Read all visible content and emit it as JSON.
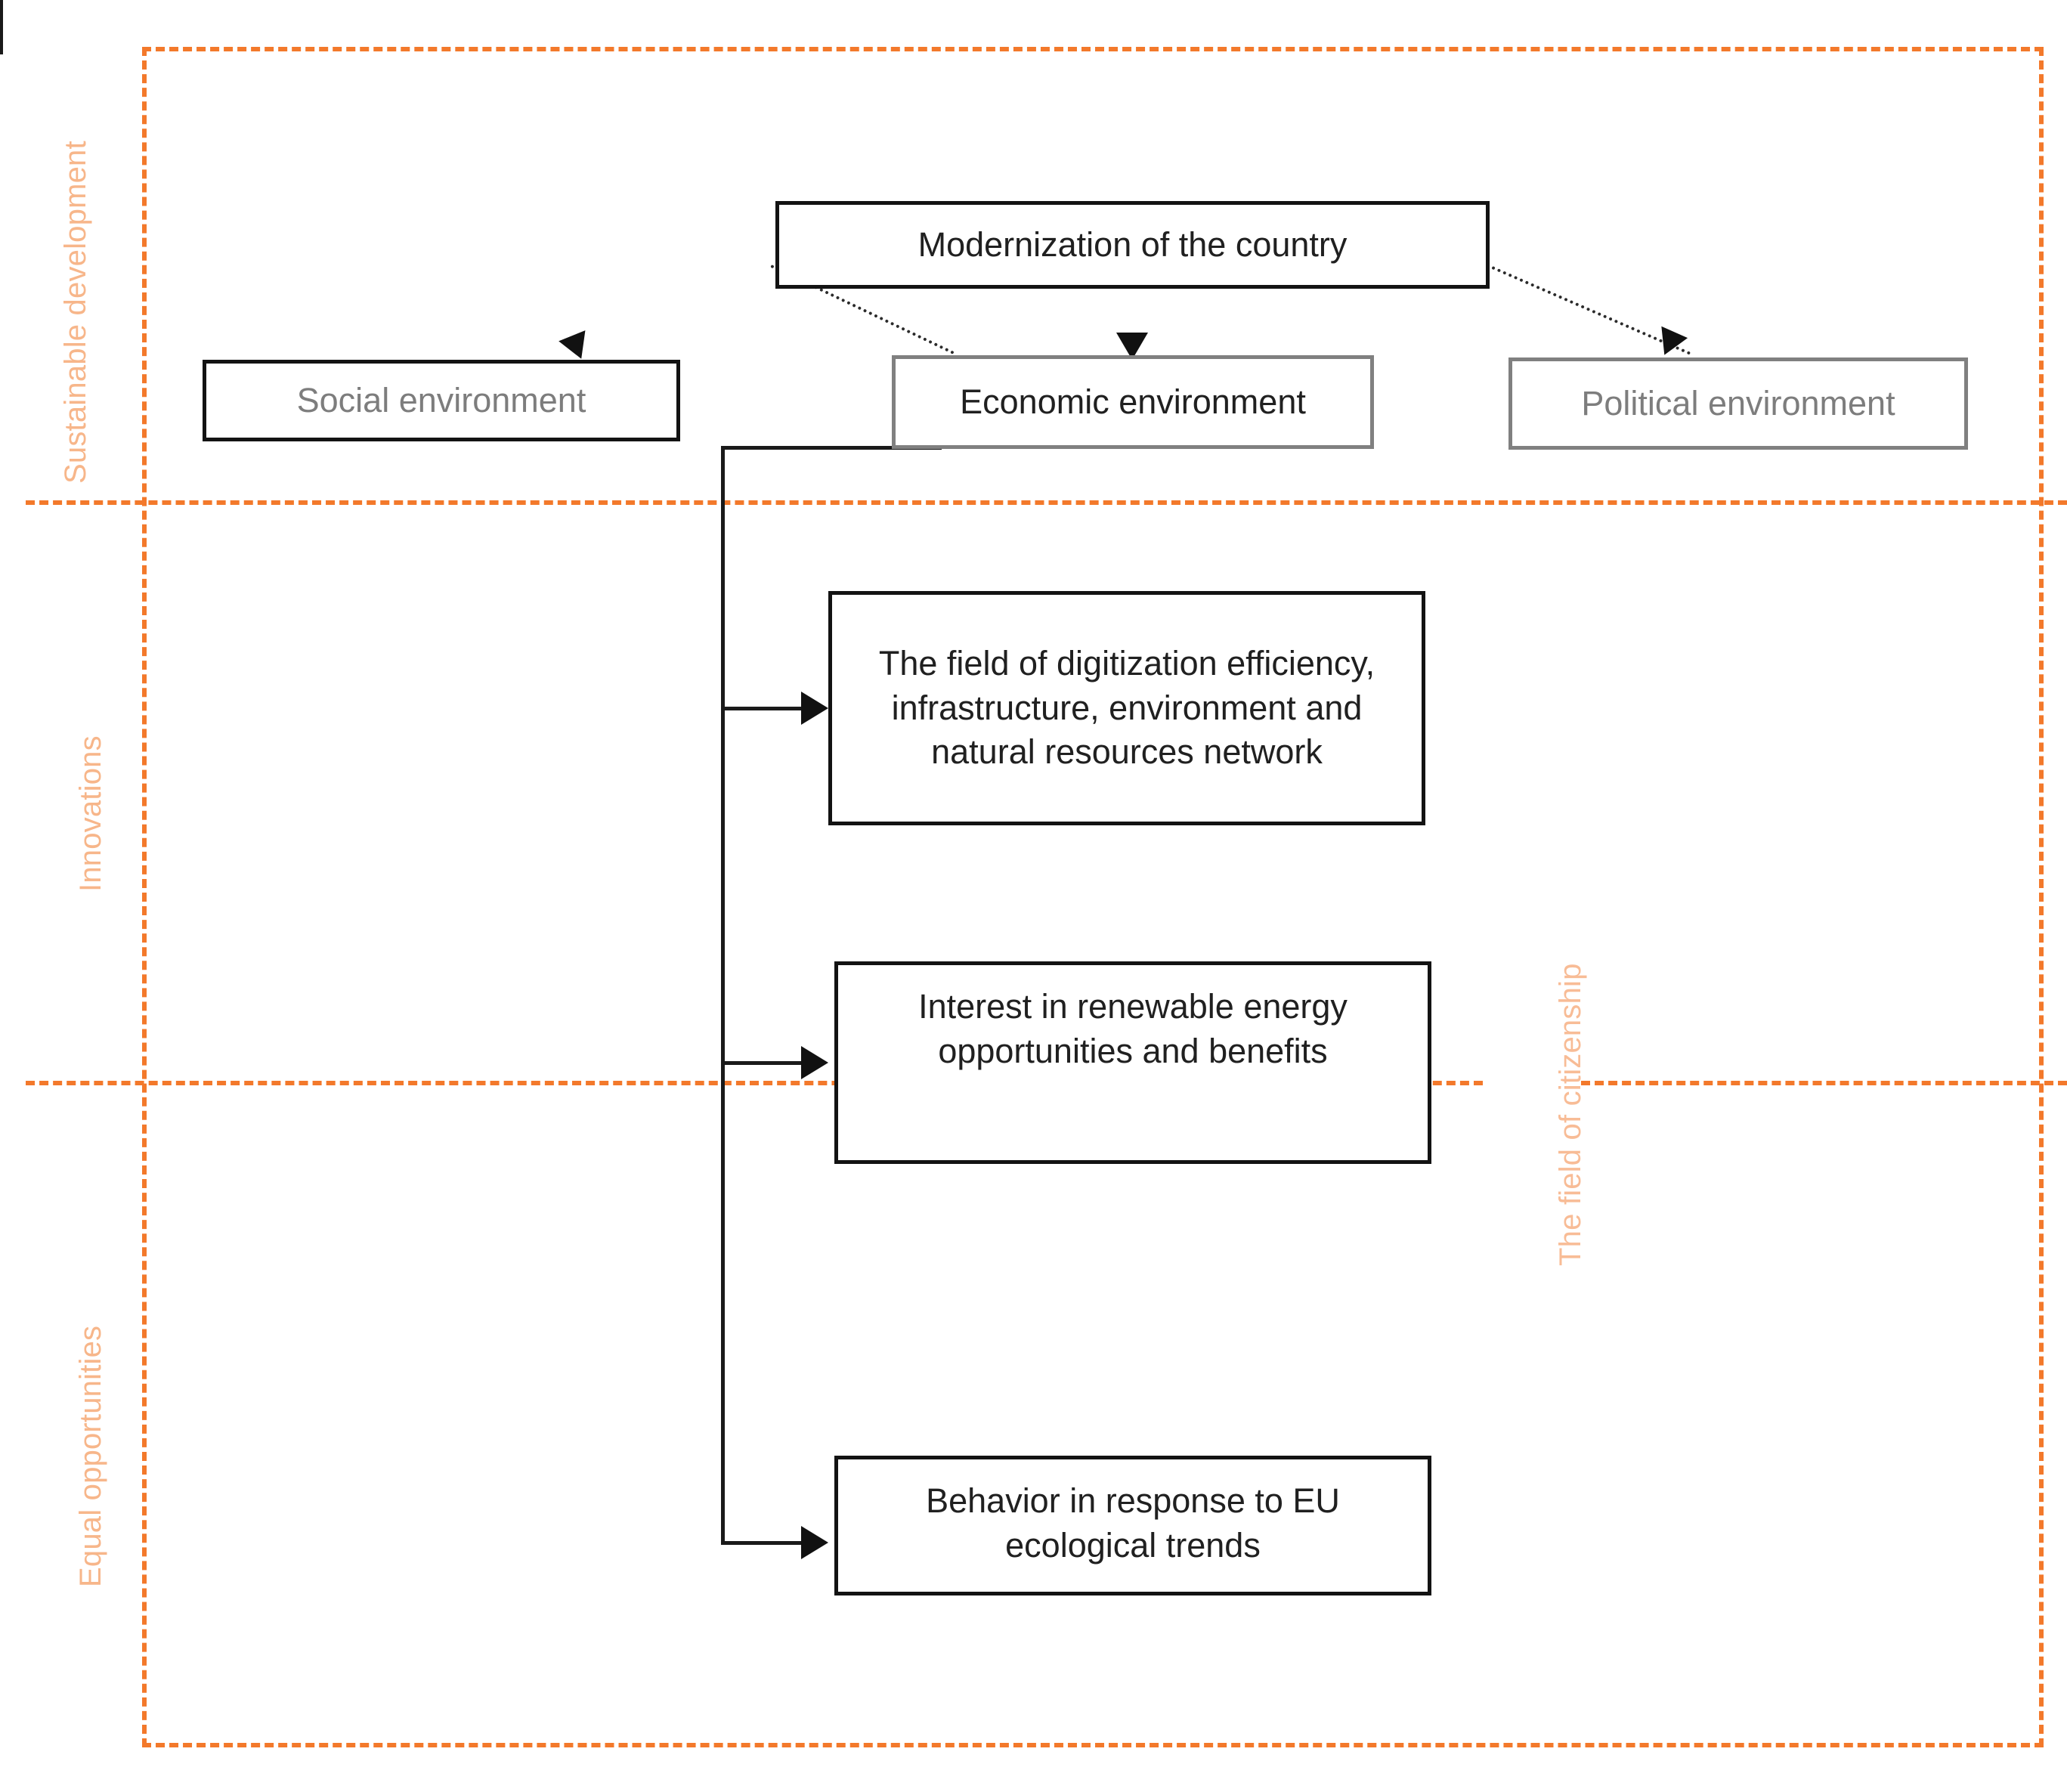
{
  "regions": {
    "labels": [
      {
        "id": "sustainable-development",
        "text": "Sustainable development"
      },
      {
        "id": "innovations",
        "text": "Innovations"
      },
      {
        "id": "equal-opportunities",
        "text": "Equal opportunities"
      },
      {
        "id": "field-of-citizenship",
        "text": "The field of citizenship"
      }
    ],
    "frame_color": "#F3792B",
    "label_color": "#F7B68A"
  },
  "nodes": {
    "modernization": {
      "label": "Modernization of the country",
      "border": "black",
      "text_color": "black"
    },
    "social": {
      "label": "Social environment",
      "border": "black",
      "text_color": "gray"
    },
    "economic": {
      "label": "Economic environment",
      "border": "gray",
      "text_color": "black"
    },
    "political": {
      "label": "Political environment",
      "border": "gray",
      "text_color": "gray"
    },
    "digitization": {
      "label": "The field of digitization efficiency, infrastructure, environment and natural resources network",
      "border": "black",
      "text_color": "black"
    },
    "renewable": {
      "label": "Interest in renewable energy opportunities and benefits",
      "border": "black",
      "text_color": "black"
    },
    "behavior": {
      "label": "Behavior in response to EU ecological trends",
      "border": "black",
      "text_color": "black"
    }
  },
  "connections": [
    {
      "from": "modernization",
      "to": "social",
      "style": "dotted-arrow"
    },
    {
      "from": "modernization",
      "to": "economic",
      "style": "solid-arrow"
    },
    {
      "from": "modernization",
      "to": "political",
      "style": "dotted-arrow"
    },
    {
      "from": "economic",
      "to": "digitization",
      "style": "solid-arrow"
    },
    {
      "from": "economic",
      "to": "renewable",
      "style": "solid-arrow"
    },
    {
      "from": "economic",
      "to": "behavior",
      "style": "solid-arrow"
    }
  ]
}
